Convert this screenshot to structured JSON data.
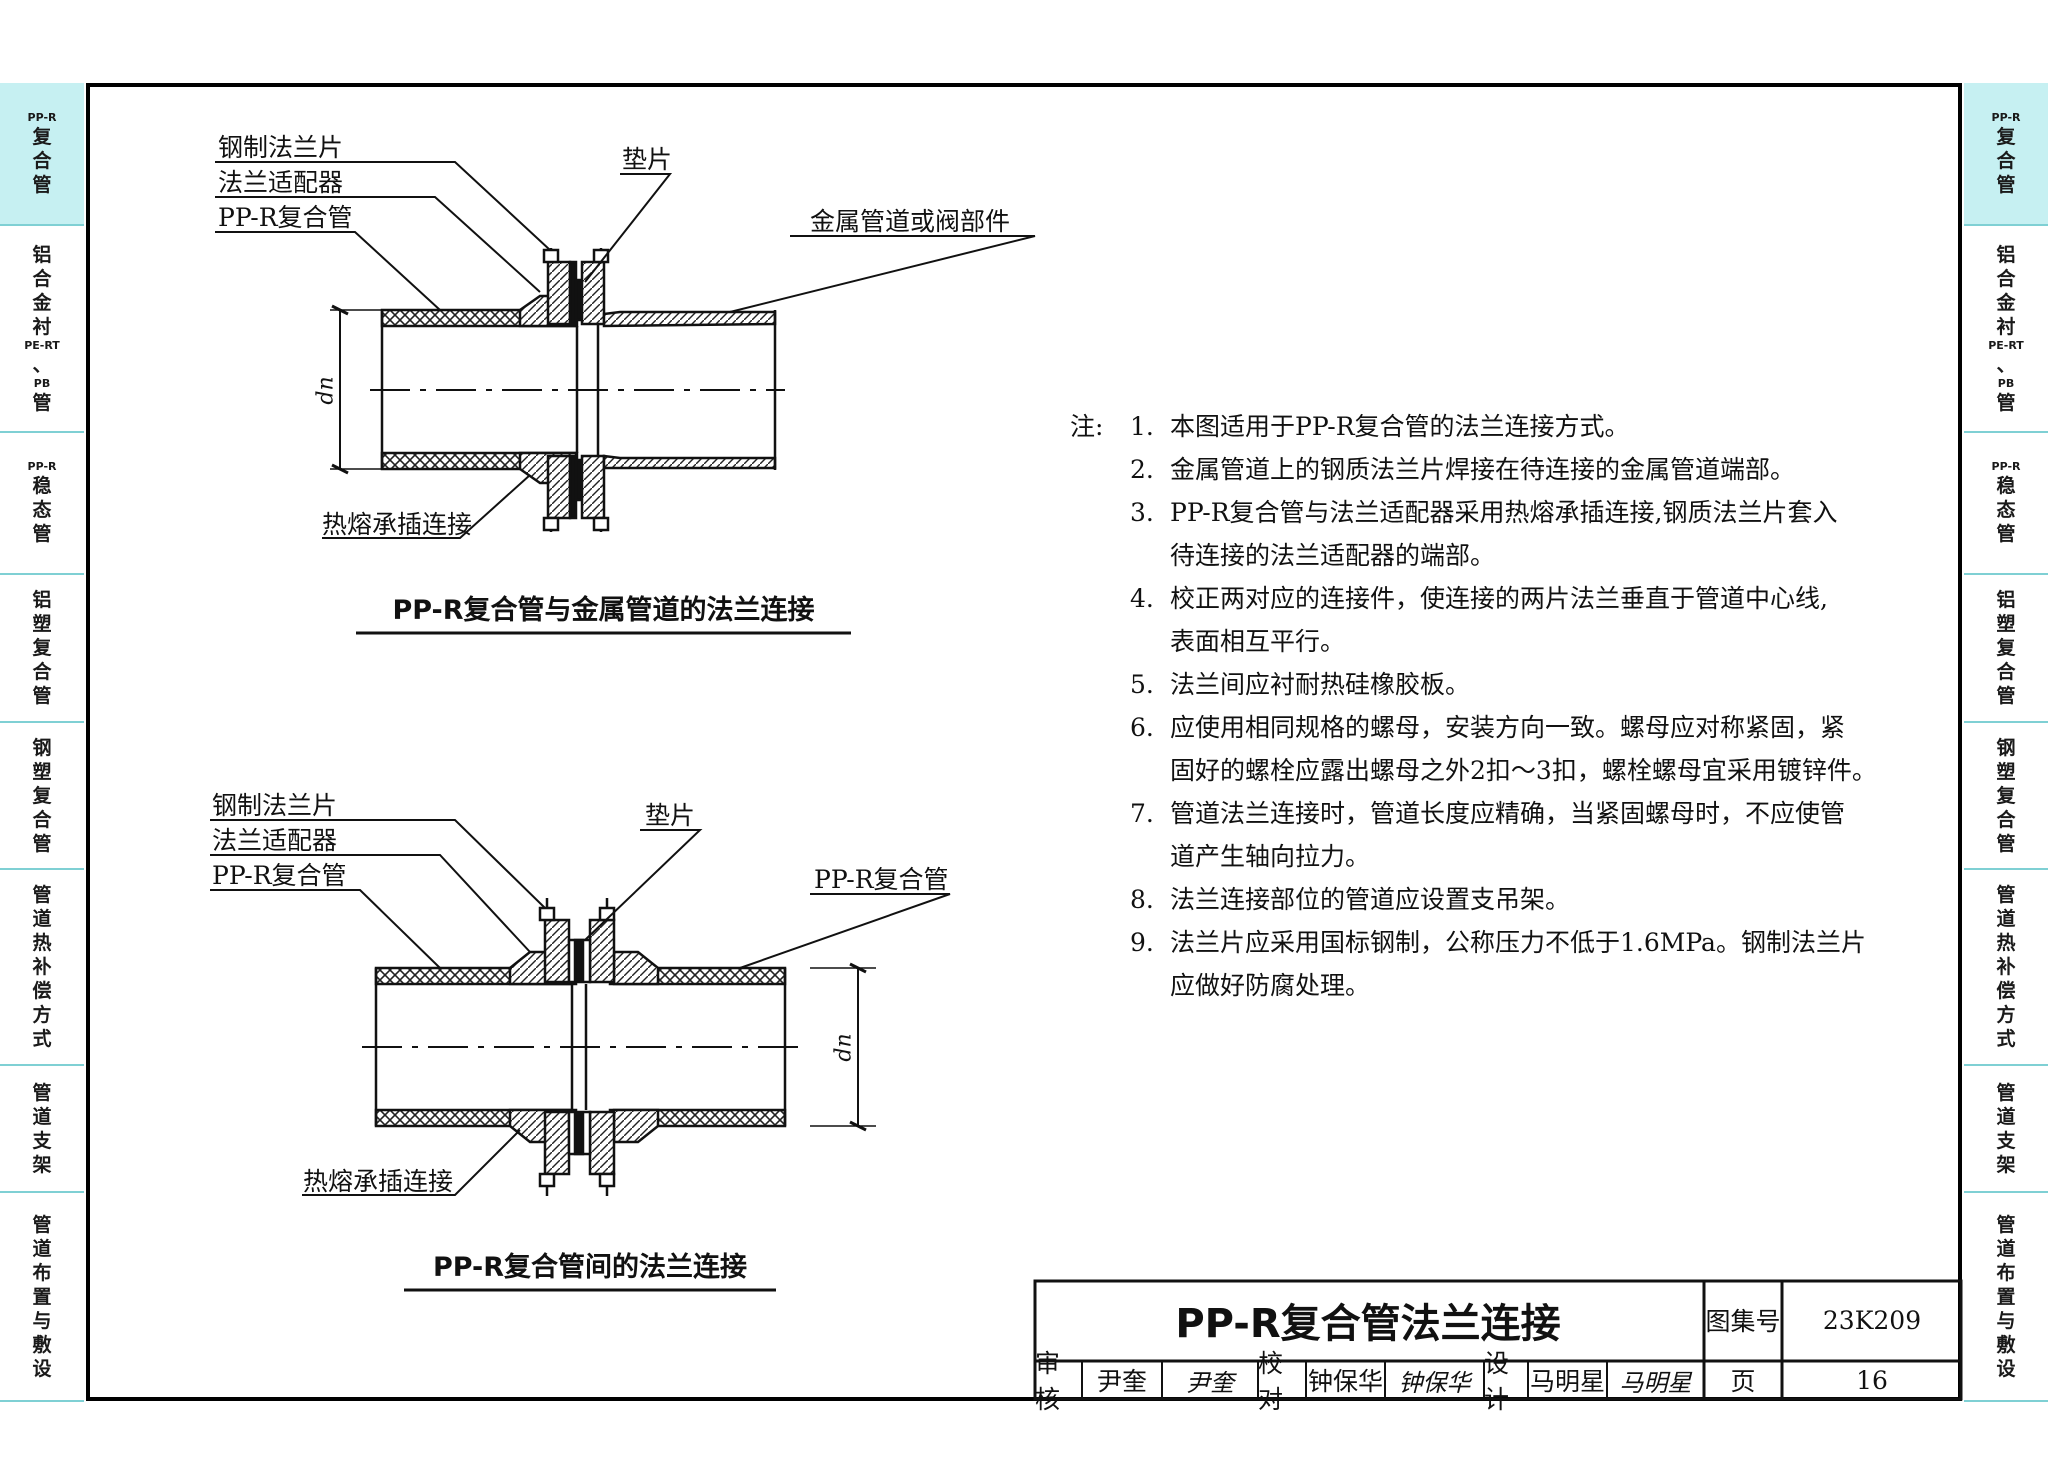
{
  "side_tabs": [
    {
      "lines": [
        "PP-R",
        "复",
        "合",
        "管"
      ],
      "active": true
    },
    {
      "lines": [
        "铝",
        "合",
        "金",
        "衬",
        "PE-RT",
        "、",
        "PB",
        "管"
      ],
      "active": false
    },
    {
      "lines": [
        "PP-R",
        "稳",
        "态",
        "管"
      ],
      "active": false
    },
    {
      "lines": [
        "铝",
        "塑",
        "复",
        "合",
        "管"
      ],
      "active": false
    },
    {
      "lines": [
        "钢",
        "塑",
        "复",
        "合",
        "管"
      ],
      "active": false
    },
    {
      "lines": [
        "管",
        "道",
        "热",
        "补",
        "偿",
        "方",
        "式"
      ],
      "active": false
    },
    {
      "lines": [
        "管",
        "道",
        "支",
        "架"
      ],
      "active": false
    },
    {
      "lines": [
        "管",
        "道",
        "布",
        "置",
        "与",
        "敷",
        "设"
      ],
      "active": false
    }
  ],
  "diagram1": {
    "labels": {
      "steel_flange": "钢制法兰片",
      "adapter": "法兰适配器",
      "pipe": "PP-R复合管",
      "gasket": "垫片",
      "metal_pipe": "金属管道或阀部件",
      "socket_fusion": "热熔承插连接",
      "dim": "dn"
    },
    "title": "PP-R复合管与金属管道的法兰连接"
  },
  "diagram2": {
    "labels": {
      "steel_flange": "钢制法兰片",
      "adapter": "法兰适配器",
      "pipe_left": "PP-R复合管",
      "gasket": "垫片",
      "pipe_right": "PP-R复合管",
      "socket_fusion": "热熔承插连接",
      "dim": "dn"
    },
    "title": "PP-R复合管间的法兰连接"
  },
  "notes": {
    "prefix": "注:",
    "items": [
      {
        "num": "1.",
        "lines": [
          "本图适用于PP-R复合管的法兰连接方式。"
        ]
      },
      {
        "num": "2.",
        "lines": [
          "金属管道上的钢质法兰片焊接在待连接的金属管道端部。"
        ]
      },
      {
        "num": "3.",
        "lines": [
          "PP-R复合管与法兰适配器采用热熔承插连接,钢质法兰片套入",
          "待连接的法兰适配器的端部。"
        ]
      },
      {
        "num": "4.",
        "lines": [
          "校正两对应的连接件，使连接的两片法兰垂直于管道中心线,",
          "表面相互平行。"
        ]
      },
      {
        "num": "5.",
        "lines": [
          "法兰间应衬耐热硅橡胶板。"
        ]
      },
      {
        "num": "6.",
        "lines": [
          "应使用相同规格的螺母，安装方向一致。螺母应对称紧固，紧",
          "固好的螺栓应露出螺母之外2扣～3扣，螺栓螺母宜采用镀锌件。"
        ]
      },
      {
        "num": "7.",
        "lines": [
          "管道法兰连接时，管道长度应精确，当紧固螺母时，不应使管",
          "道产生轴向拉力。"
        ]
      },
      {
        "num": "8.",
        "lines": [
          "法兰连接部位的管道应设置支吊架。"
        ]
      },
      {
        "num": "9.",
        "lines": [
          "法兰片应采用国标钢制，公称压力不低于1.6MPa。钢制法兰片",
          "应做好防腐处理。"
        ]
      }
    ]
  },
  "title_block": {
    "title": "PP-R复合管法兰连接",
    "atlas_label": "图集号",
    "atlas_no": "23K209",
    "review_label": "审核",
    "reviewer": "尹奎",
    "reviewer_sig": "尹奎",
    "check_label": "校对",
    "checker": "钟保华",
    "checker_sig": "钟保华",
    "design_label": "设计",
    "designer": "马明星",
    "designer_sig": "马明星",
    "page_label": "页",
    "page_no": "16"
  }
}
